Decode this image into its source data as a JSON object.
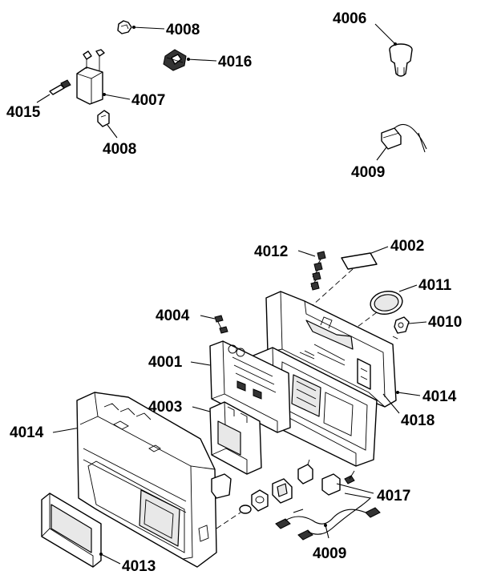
{
  "labels": {
    "l4008a": "4008",
    "l4006": "4006",
    "l4016": "4016",
    "l4015": "4015",
    "l4007": "4007",
    "l4008b": "4008",
    "l4009a": "4009",
    "l4012": "4012",
    "l4002": "4002",
    "l4011": "4011",
    "l4004": "4004",
    "l4010": "4010",
    "l4001": "4001",
    "l4014a": "4014",
    "l4018": "4018",
    "l4003": "4003",
    "l4014b": "4014",
    "l4017": "4017",
    "l4009b": "4009",
    "l4013": "4013"
  }
}
